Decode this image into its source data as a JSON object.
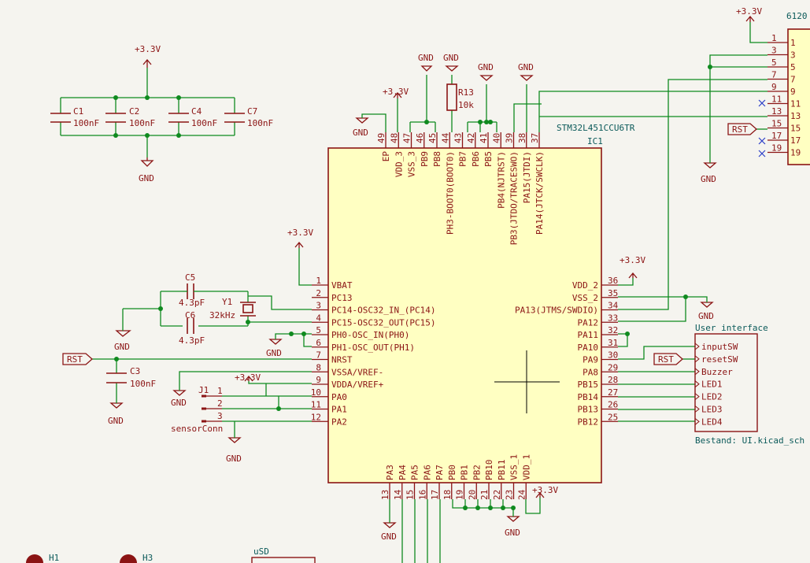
{
  "ic": {
    "part": "STM32L451CCU6TR",
    "ref": "IC1",
    "left_pins": [
      {
        "num": "1",
        "name": "VBAT"
      },
      {
        "num": "2",
        "name": "PC13"
      },
      {
        "num": "3",
        "name": "PC14-OSC32_IN_(PC14)"
      },
      {
        "num": "4",
        "name": "PC15-OSC32_OUT(PC15)"
      },
      {
        "num": "5",
        "name": "PH0-OSC_IN(PH0)"
      },
      {
        "num": "6",
        "name": "PH1-OSC_OUT(PH1)"
      },
      {
        "num": "7",
        "name": "NRST"
      },
      {
        "num": "8",
        "name": "VSSA/VREF-"
      },
      {
        "num": "9",
        "name": "VDDA/VREF+"
      },
      {
        "num": "10",
        "name": "PA0"
      },
      {
        "num": "11",
        "name": "PA1"
      },
      {
        "num": "12",
        "name": "PA2"
      }
    ],
    "right_pins": [
      {
        "num": "36",
        "name": "VDD_2"
      },
      {
        "num": "35",
        "name": "VSS_2"
      },
      {
        "num": "34",
        "name": "PA13(JTMS/SWDIO)"
      },
      {
        "num": "33",
        "name": "PA12"
      },
      {
        "num": "32",
        "name": "PA11"
      },
      {
        "num": "31",
        "name": "PA10"
      },
      {
        "num": "30",
        "name": "PA9"
      },
      {
        "num": "29",
        "name": "PA8"
      },
      {
        "num": "28",
        "name": "PB15"
      },
      {
        "num": "27",
        "name": "PB14"
      },
      {
        "num": "26",
        "name": "PB13"
      },
      {
        "num": "25",
        "name": "PB12"
      }
    ],
    "top_pins": [
      {
        "num": "49",
        "name": "EP"
      },
      {
        "num": "48",
        "name": "VDD_3"
      },
      {
        "num": "47",
        "name": "VSS_3"
      },
      {
        "num": "46",
        "name": "PB9"
      },
      {
        "num": "45",
        "name": "PB8"
      },
      {
        "num": "44",
        "name": "PH3-BOOT0(BOOT0)"
      },
      {
        "num": "43",
        "name": "PB7"
      },
      {
        "num": "42",
        "name": "PB6"
      },
      {
        "num": "41",
        "name": "PB5"
      },
      {
        "num": "40",
        "name": "PB4(NJTRST)"
      },
      {
        "num": "39",
        "name": "PB3(JTDO/TRACESWO)"
      },
      {
        "num": "38",
        "name": "PA15(JTDI)"
      },
      {
        "num": "37",
        "name": "PA14(JTCK/SWCLK)"
      }
    ],
    "bottom_pins": [
      {
        "num": "13",
        "name": "PA3"
      },
      {
        "num": "14",
        "name": "PA4"
      },
      {
        "num": "15",
        "name": "PA5"
      },
      {
        "num": "16",
        "name": "PA6"
      },
      {
        "num": "17",
        "name": "PA7"
      },
      {
        "num": "18",
        "name": "PB0"
      },
      {
        "num": "19",
        "name": "PB1"
      },
      {
        "num": "20",
        "name": "PB2"
      },
      {
        "num": "21",
        "name": "PB10"
      },
      {
        "num": "22",
        "name": "PB11"
      },
      {
        "num": "23",
        "name": "VSS_1"
      },
      {
        "num": "24",
        "name": "VDD_1"
      }
    ]
  },
  "caps": [
    {
      "ref": "C1",
      "val": "100nF"
    },
    {
      "ref": "C2",
      "val": "100nF"
    },
    {
      "ref": "C4",
      "val": "100nF"
    },
    {
      "ref": "C7",
      "val": "100nF"
    },
    {
      "ref": "C5",
      "val": "4.3pF"
    },
    {
      "ref": "C6",
      "val": "4.3pF"
    },
    {
      "ref": "C3",
      "val": "100nF"
    }
  ],
  "resistor": {
    "ref": "R13",
    "val": "10k"
  },
  "crystal": {
    "ref": "Y1",
    "val": "32kHz"
  },
  "connector_j1": {
    "ref": "J1",
    "val": "sensorConn",
    "pins": [
      "1",
      "2",
      "3"
    ]
  },
  "header": {
    "ref": "6120",
    "pins": [
      "1",
      "3",
      "5",
      "7",
      "9",
      "11",
      "13",
      "15",
      "17",
      "19"
    ]
  },
  "power": {
    "vcc": "+3.3V",
    "gnd": "GND"
  },
  "labels": {
    "rst": "RST"
  },
  "sheet": {
    "title": "User interface",
    "file": "Bestand: UI.kicad_sch",
    "pins": [
      "inputSW",
      "resetSW",
      "Buzzer",
      "LED1",
      "LED2",
      "LED3",
      "LED4"
    ]
  },
  "bottom_items": {
    "h1": "H1",
    "h3": "H3",
    "usd": "uSD"
  }
}
